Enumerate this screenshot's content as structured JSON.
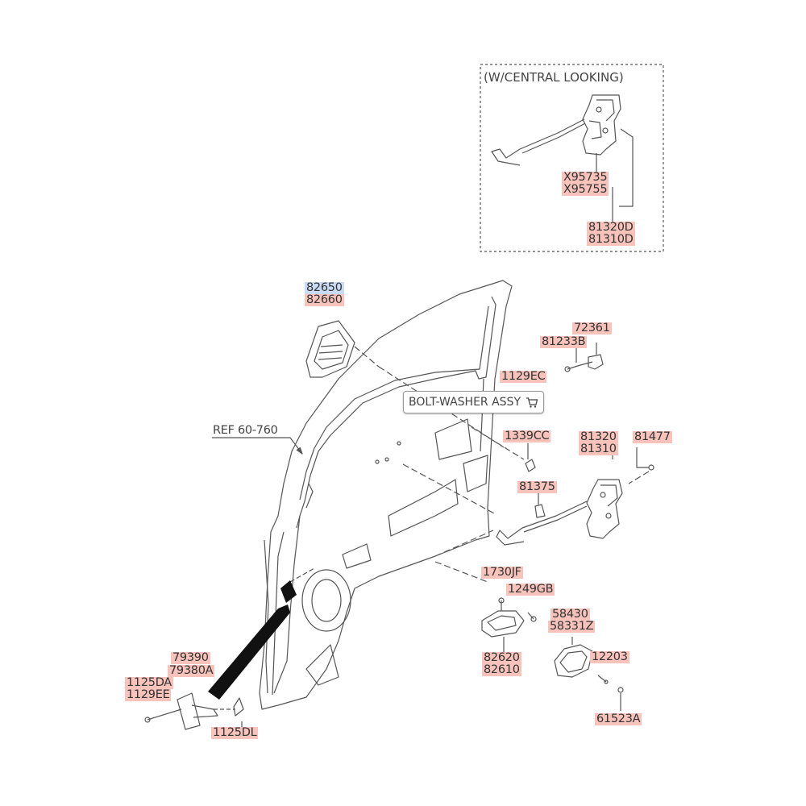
{
  "inset": {
    "title": "(W/CENTRAL LOOKING)"
  },
  "popup": {
    "label": "BOLT-WASHER ASSY",
    "icon": "cart-icon"
  },
  "ref": "REF 60-760",
  "colors": {
    "highlight": "#f7c3bb",
    "selected": "#c9dcf3",
    "line": "#555555"
  },
  "parts": {
    "p82650": "82650",
    "p82660": "82660",
    "p72361": "72361",
    "p81233B": "81233B",
    "p1129EC": "1129EC",
    "p1339CC": "1339CC",
    "p81320": "81320",
    "p81310": "81310",
    "p81477": "81477",
    "p81375": "81375",
    "p1730JF": "1730JF",
    "p1249GB": "1249GB",
    "p58430": "58430",
    "p58331Z": "58331Z",
    "p82620": "82620",
    "p82610": "82610",
    "p12203": "12203",
    "p61523A": "61523A",
    "p79390": "79390",
    "p79380A": "79380A",
    "p1125DA": "1125DA",
    "p1129EE": "1129EE",
    "p1125DL": "1125DL",
    "pX95735": "X95735",
    "pX95755": "X95755",
    "p81320D": "81320D",
    "p81310D": "81310D"
  }
}
